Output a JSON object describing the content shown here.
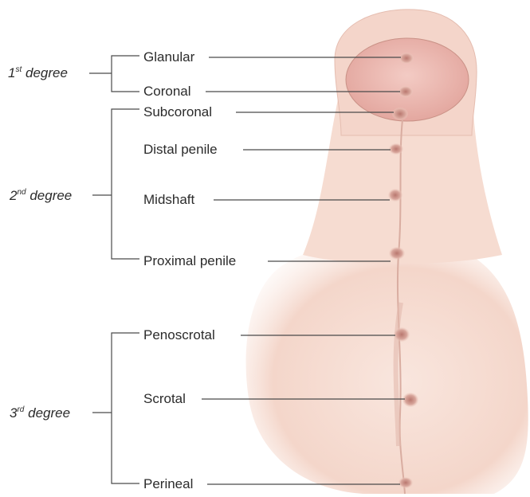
{
  "groups": [
    {
      "num": "1",
      "sup": "st",
      "word": "degree"
    },
    {
      "num": "2",
      "sup": "nd",
      "word": "degree"
    },
    {
      "num": "3",
      "sup": "rd",
      "word": "degree"
    }
  ],
  "locations": [
    "Glanular",
    "Coronal",
    "Subcoronal",
    "Distal penile",
    "Midshaft",
    "Proximal penile",
    "Penoscrotal",
    "Scrotal",
    "Perineal"
  ],
  "colors": {
    "skin": "#f6ddd3",
    "skin_shadow": "#e9c1b3",
    "glans": "#eab8b0",
    "meatus": "#c98f86",
    "line": "#4a4a4a"
  }
}
